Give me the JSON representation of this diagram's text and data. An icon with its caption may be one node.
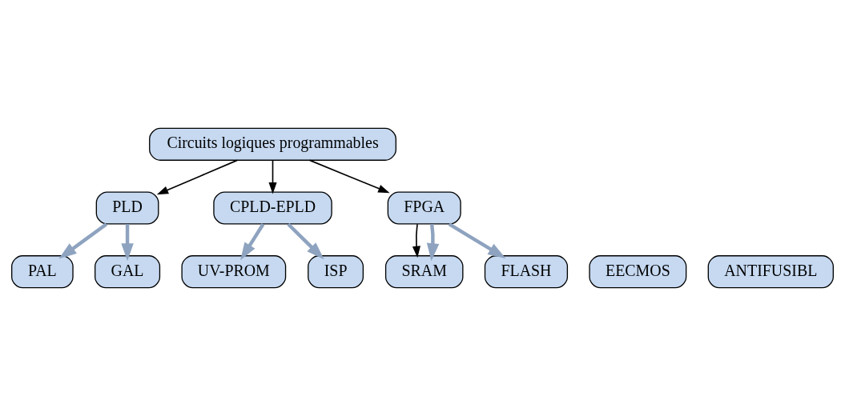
{
  "diagram": {
    "nodes": [
      {
        "text": [
          "Circuits logiques programmables"
        ]
      },
      {
        "text": [
          "PLD"
        ]
      },
      {
        "text": [
          "CPLD-EPLD"
        ]
      },
      {
        "text": [
          "FPGA"
        ]
      },
      {
        "text": [
          "PAL"
        ]
      },
      {
        "text": [
          "GAL"
        ]
      },
      {
        "text": [
          "UV-PROM"
        ]
      },
      {
        "text": [
          "EECMOS"
        ]
      },
      {
        "text": [
          "ISP"
        ]
      },
      {
        "text": [
          "SRAM"
        ]
      },
      {
        "text": [
          "ANTIFUSIBL"
        ]
      },
      {
        "text": [
          "FLASH"
        ]
      }
    ],
    "edges": [
      {
        "from": 0,
        "to": 1,
        "arrow": "to",
        "color": "#000000"
      },
      {
        "from": 0,
        "to": 2,
        "arrow": "to",
        "color": "#000000"
      },
      {
        "from": 0,
        "to": 3,
        "arrow": "to",
        "color": "#000000"
      },
      {
        "from": 1,
        "to": 4,
        "arrow": "to"
      },
      {
        "from": 1,
        "to": 5,
        "arrow": "to"
      },
      {
        "from": 2,
        "to": 6,
        "arrow": "to"
      },
      {
        "from": 2,
        "to": 8,
        "arrow": "to"
      },
      {
        "from": 3,
        "to": 9,
        "arrow": "to",
        "color": "#000000"
      },
      {
        "from": 3,
        "to": 9,
        "arrow": "to"
      },
      {
        "from": 3,
        "to": 11,
        "arrow": "to"
      }
    ]
  }
}
